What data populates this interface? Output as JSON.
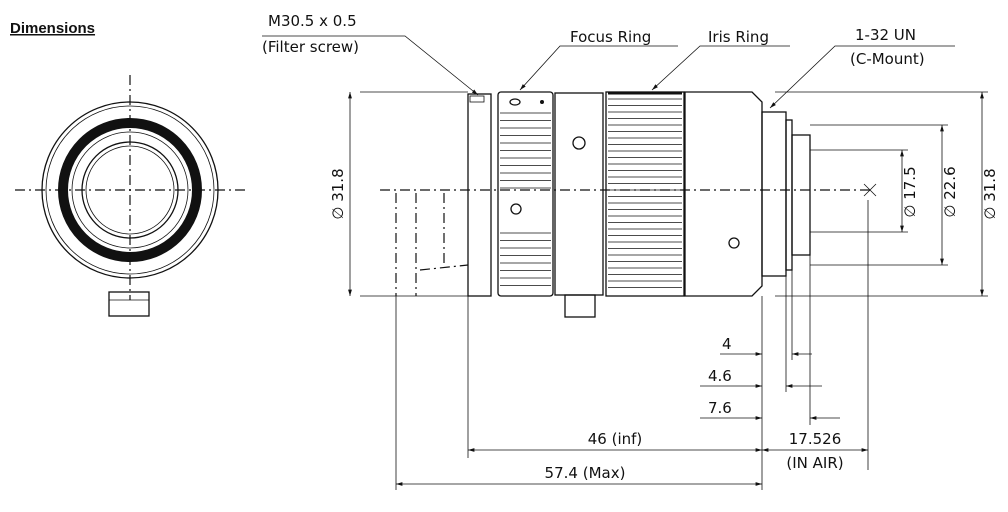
{
  "title": "Dimensions",
  "labels": {
    "filter_thread": "M30.5 x 0.5",
    "filter_note": "(Filter screw)",
    "focus_ring": "Focus Ring",
    "iris_ring": "Iris Ring",
    "mount_thread": "1-32 UN",
    "mount_note": "(C-Mount)"
  },
  "dimensions": {
    "front_diameter": "∅ 31.8",
    "rear_diameter_small": "∅ 17.5",
    "rear_diameter_mid": "∅ 22.6",
    "rear_diameter_outer": "∅ 31.8",
    "depth_1": "4",
    "depth_2": "4.6",
    "depth_3": "7.6",
    "length_inf": "46 (inf)",
    "length_max": "57.4 (Max)",
    "flange_back": "17.526",
    "flange_note": "(IN AIR)"
  }
}
